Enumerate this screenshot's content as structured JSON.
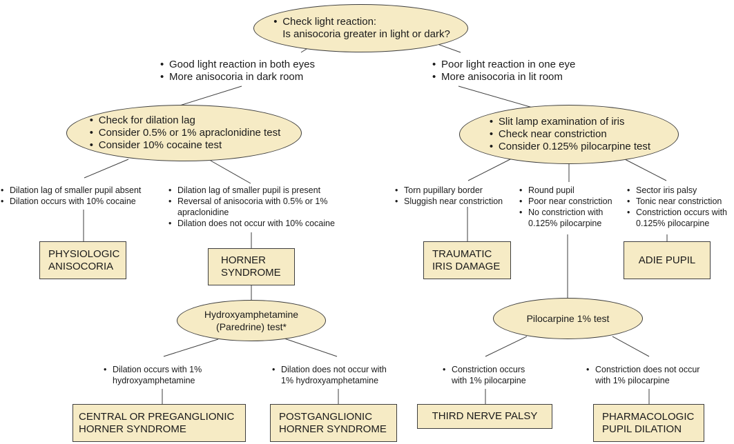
{
  "root": {
    "bullets": [
      "Check light reaction:",
      "Is anisocoria greater in light or dark?"
    ]
  },
  "left_branch": [
    "Good light reaction in both eyes",
    "More anisocoria in dark room"
  ],
  "right_branch": [
    "Poor light reaction in one eye",
    "More anisocoria in lit room"
  ],
  "left_oval": [
    "Check for dilation lag",
    "Consider 0.5% or 1% apraclonidine test",
    "Consider 10% cocaine test"
  ],
  "right_oval": [
    "Slit lamp examination of iris",
    "Check near constriction",
    "Consider 0.125% pilocarpine test"
  ],
  "cond_ll": [
    "Dilation lag of smaller pupil absent",
    "Dilation occurs with 10% cocaine"
  ],
  "cond_lr": [
    "Dilation lag of smaller pupil is present",
    "Reversal of anisocoria with 0.5% or 1% apraclonidine",
    "Dilation does not occur with 10% cocaine"
  ],
  "cond_rl": [
    "Torn pupillary border",
    "Sluggish near constriction"
  ],
  "cond_rm": [
    "Round pupil",
    "Poor near constriction",
    "No constriction with 0.125% pilocarpine"
  ],
  "cond_rr": [
    "Sector iris palsy",
    "Tonic near constriction",
    "Constriction occurs with 0.125% pilocarpine"
  ],
  "boxes": {
    "physiologic": [
      "PHYSIOLOGIC",
      "ANISOCORIA"
    ],
    "horner": [
      "HORNER",
      "SYNDROME"
    ],
    "traumatic": [
      "TRAUMATIC",
      "IRIS DAMAGE"
    ],
    "adie": "ADIE PUPIL",
    "central": [
      "CENTRAL OR PREGANGLIONIC",
      "HORNER SYNDROME"
    ],
    "postganglionic": [
      "POSTGANGLIONIC",
      "HORNER SYNDROME"
    ],
    "third_nerve": "THIRD NERVE PALSY",
    "pharmacologic": [
      "PHARMACOLOGIC",
      "PUPIL DILATION"
    ]
  },
  "hydroxy_oval": [
    "Hydroxyamphetamine",
    "(Paredrine) test*"
  ],
  "pilo_oval": "Pilocarpine 1% test",
  "cond_hl": [
    "Dilation occurs with 1% hydroxyamphetamine"
  ],
  "cond_hr": [
    "Dilation does not occur with 1% hydroxyamphetamine"
  ],
  "cond_pl": [
    "Constriction occurs with 1% pilocarpine"
  ],
  "cond_pr": [
    "Constriction does not occur with 1% pilocarpine"
  ],
  "colors": {
    "node_fill": "#f6ebc5",
    "stroke": "#3d3d3d"
  }
}
